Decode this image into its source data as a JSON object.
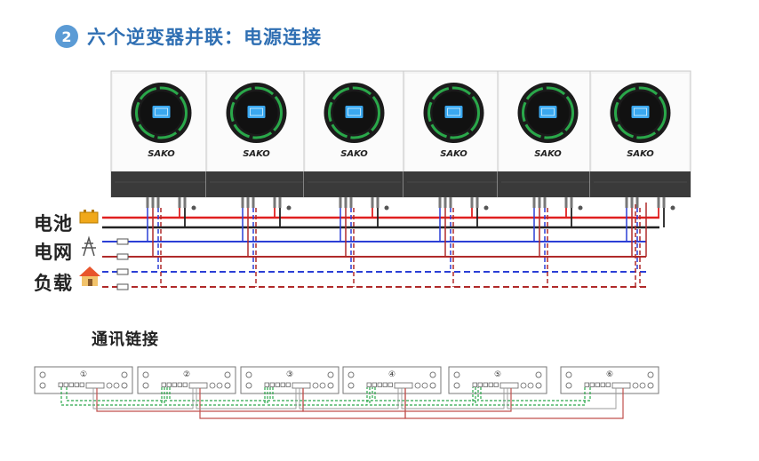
{
  "title": {
    "step": "2",
    "text": "六个逆变器并联：电源连接"
  },
  "brand": "SAKO",
  "inverters": [
    {
      "id": 1
    },
    {
      "id": 2
    },
    {
      "id": 3
    },
    {
      "id": 4
    },
    {
      "id": 5
    },
    {
      "id": 6
    }
  ],
  "bus_labels": [
    {
      "key": "battery",
      "text": "电池",
      "icon": "battery-icon"
    },
    {
      "key": "grid",
      "text": "电网",
      "icon": "power-tower-icon"
    },
    {
      "key": "load",
      "text": "负载",
      "icon": "house-icon"
    }
  ],
  "wire_colors": {
    "red": "#e02020",
    "black": "#222222",
    "blue": "#2b3fd6",
    "darkred": "#b02a2a",
    "green": "#2aa84a"
  },
  "comm": {
    "title": "通讯链接",
    "units": [
      "①",
      "②",
      "③",
      "④",
      "⑤",
      "⑥"
    ]
  }
}
